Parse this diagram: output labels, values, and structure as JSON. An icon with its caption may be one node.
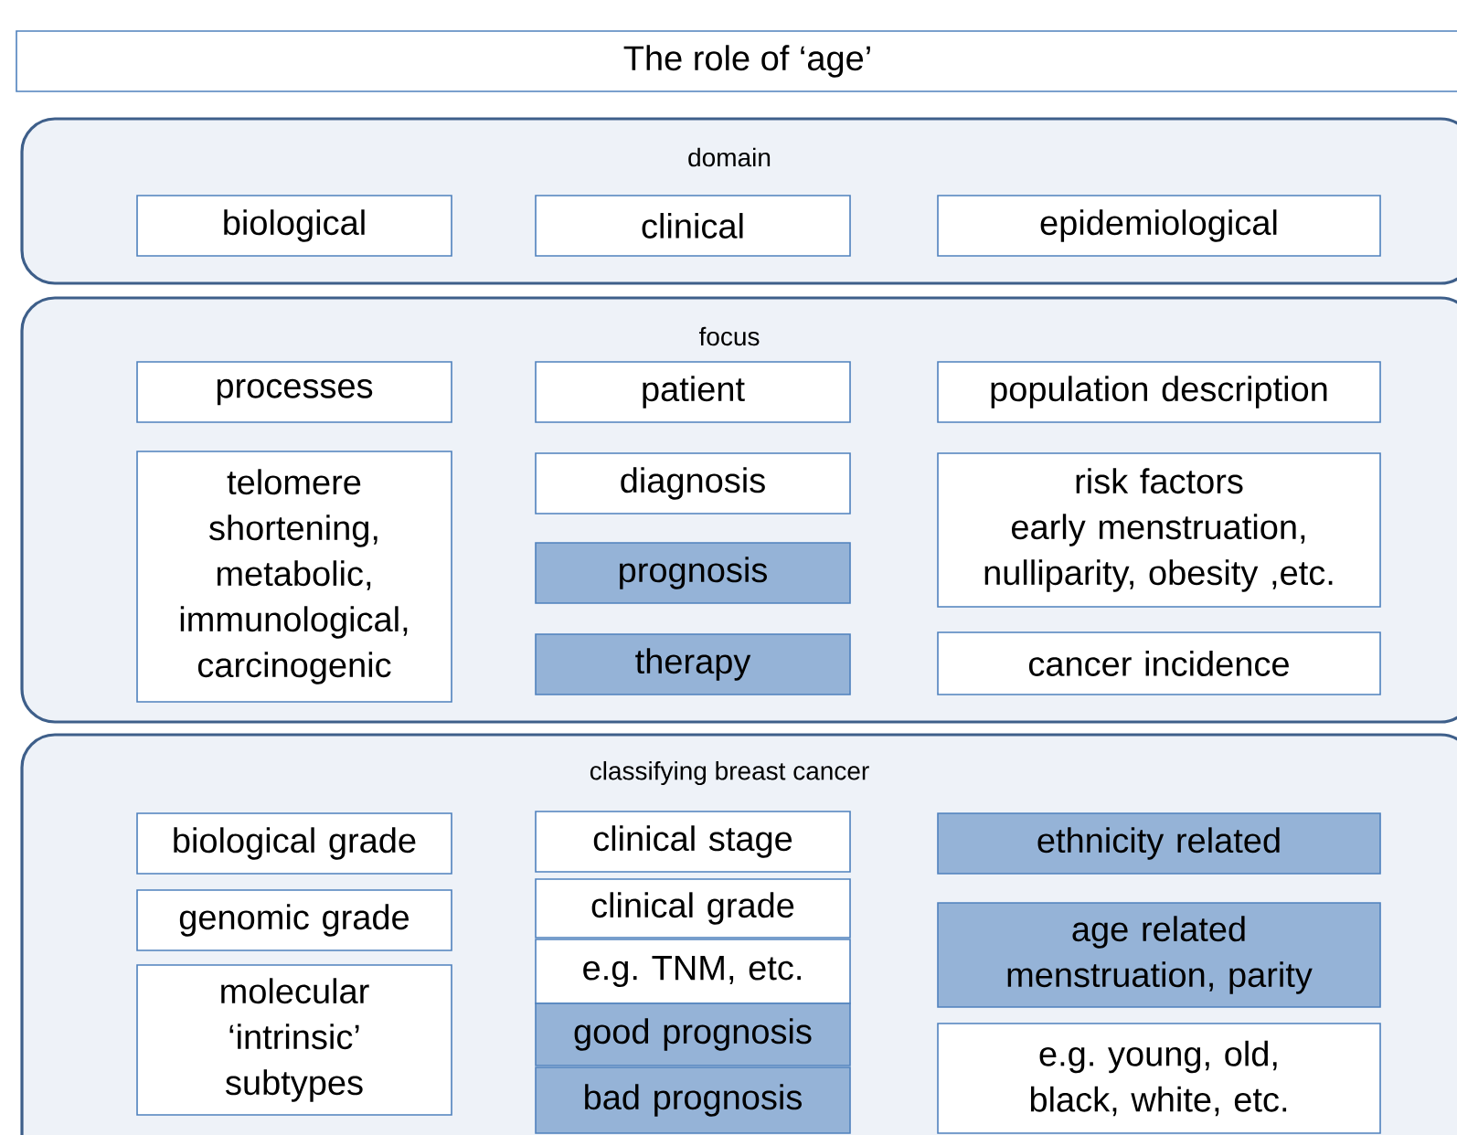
{
  "diagram": {
    "title": "The role of ‘age’",
    "nodes": [
      {
        "text": [
          "domain"
        ]
      },
      {
        "text": [
          "biological"
        ],
        "in": 0
      },
      {
        "text": [
          "clinical"
        ],
        "in": 0
      },
      {
        "text": [
          "epidemiological"
        ],
        "in": 0
      },
      {
        "text": [
          "focus"
        ]
      },
      {
        "text": [
          "processes"
        ],
        "in": 4
      },
      {
        "text": [
          "patient"
        ],
        "in": 4
      },
      {
        "text": [
          "population description"
        ],
        "in": 4
      },
      {
        "text": [
          "telomere shortening, metabolic, immunological, carcinogenic"
        ],
        "in": 4
      },
      {
        "text": [
          "diagnosis"
        ],
        "in": 4
      },
      {
        "text": [
          "prognosis"
        ],
        "in": 4
      },
      {
        "text": [
          "therapy"
        ],
        "in": 4
      },
      {
        "text": [
          "risk factors",
          "early menstruation, nulliparity, obesity ,etc."
        ],
        "in": 4
      },
      {
        "text": [
          "cancer incidence"
        ],
        "in": 4
      },
      {
        "text": [
          "classifying breast cancer"
        ]
      },
      {
        "text": [
          "biological grade"
        ],
        "in": 14
      },
      {
        "text": [
          "genomic grade"
        ],
        "in": 14
      },
      {
        "text": [
          "molecular ‘intrinsic’ subtypes"
        ],
        "in": 14
      },
      {
        "text": [
          "clinical stage"
        ],
        "in": 14
      },
      {
        "text": [
          "clinical grade"
        ],
        "in": 14
      },
      {
        "text": [
          "e.g. TNM, etc."
        ],
        "in": 14
      },
      {
        "text": [
          "good prognosis"
        ],
        "in": 14
      },
      {
        "text": [
          "bad prognosis"
        ],
        "in": 14
      },
      {
        "text": [
          "ethnicity related"
        ],
        "in": 14
      },
      {
        "text": [
          "age related",
          "menstruation, parity"
        ],
        "in": 14
      },
      {
        "text": [
          "e.g. young, old, black, white, etc."
        ],
        "in": 14
      }
    ]
  }
}
